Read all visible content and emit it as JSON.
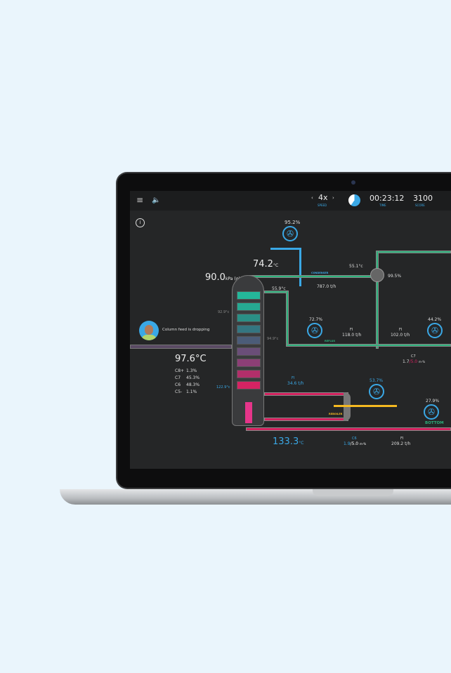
{
  "topbar": {
    "menu_icon": "hamburger-icon",
    "sound_icon": "speaker-icon",
    "speed_value": "4x",
    "speed_label": "SPEED",
    "time_value": "00:23:12",
    "time_label": "TIME",
    "score_value": "3100",
    "score_label": "SCORE"
  },
  "alert": {
    "message": "Column feed is dropping"
  },
  "column": {
    "pressure": "90.0",
    "pressure_unit": "kPa (g)",
    "top_temp": "74.2",
    "top_temp_unit": "°C",
    "tray_temp_1": "92.9°c",
    "tray_temp_2": "94.9°c",
    "tray_temp_3": "122.9°c",
    "bottom_temp": "133.3",
    "bottom_temp_unit": "°C"
  },
  "feed": {
    "temp": "97.6°C",
    "composition": [
      {
        "name": "C8+",
        "value": "1.3%"
      },
      {
        "name": "C7",
        "value": "45.3%"
      },
      {
        "name": "C6",
        "value": "48.3%"
      },
      {
        "name": "C5-",
        "value": "1.1%"
      }
    ]
  },
  "overhead": {
    "valve_top": "95.2%",
    "condenser_label": "CONDENSER",
    "temp_after": "55.1°c",
    "flow": "787.0 t/h",
    "temp_vapor": "55.9°c",
    "drum_level": "99.5%"
  },
  "reflux": {
    "valve": "72.7%",
    "label": "REFLUX",
    "flow_label": "FI",
    "flow": "118.0 t/h"
  },
  "distillate": {
    "valve": "44.2%",
    "flow_label": "FI",
    "flow": "102.0 t/h",
    "analyzer_label": "C7",
    "analyzer_value": "1.7",
    "analyzer_limit": "/5.0",
    "analyzer_unit": "m-%"
  },
  "reboiler": {
    "flow_label": "FI",
    "flow": "34.6 t/h",
    "valve": "53.7%",
    "label": "REBOILER"
  },
  "bottom": {
    "valve": "27.9%",
    "label": "BOTTOM",
    "analyzer_label": "C6",
    "analyzer_value": "1.9",
    "analyzer_limit": "/5.0",
    "analyzer_unit": "m-%",
    "flow_label": "FI",
    "flow": "209.2 t/h"
  },
  "colors": {
    "green": "#2bb07a",
    "red": "#d3225f",
    "blue": "#3aa8e6",
    "yellow": "#f5b921"
  }
}
